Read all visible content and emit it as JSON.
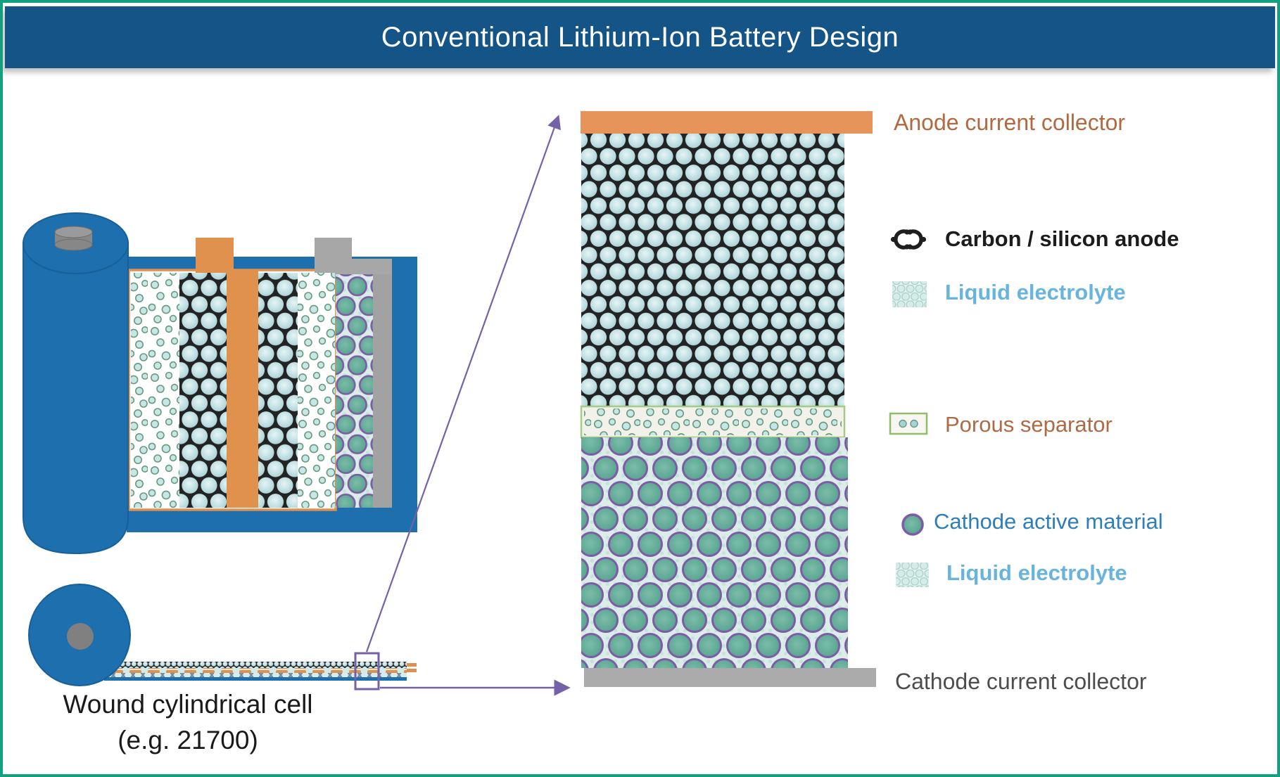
{
  "title": "Conventional Lithium-Ion Battery Design",
  "left_diagram": {
    "caption_line1": "Wound cylindrical cell",
    "caption_line2": "(e.g. 21700)",
    "description": "Blue cylindrical cell unrolled into layer stack: separator, carbon anode, anode current collector tab, carbon anode, separator, cathode, cathode current collector tab, case; below, wound jelly-roll with highlighted strip section magnified"
  },
  "legend": {
    "items": [
      {
        "label": "Anode current collector",
        "color": "#B2693F",
        "icon": "none"
      },
      {
        "label": "Carbon / silicon anode",
        "color": "#1C1C1C",
        "icon": "carbon-molecule-icon"
      },
      {
        "label": "Liquid electrolyte",
        "color": "#68B4DC",
        "icon": "electrolyte-swatch-icon"
      },
      {
        "label": "Porous separator",
        "color": "#AD6A44",
        "icon": "separator-swatch-icon"
      },
      {
        "label": "Cathode active material",
        "color": "#2E7EB8",
        "icon": "cathode-particle-icon"
      },
      {
        "label": "Liquid electrolyte",
        "color": "#68B4DC",
        "icon": "electrolyte-swatch-icon"
      },
      {
        "label": "Cathode current collector",
        "color": "#4D4D4D",
        "icon": "none"
      }
    ]
  },
  "colors": {
    "page_border_green": "#13A07E",
    "title_bar_blue": "#155487",
    "case_blue": "#1D6FAD",
    "collector_orange": "#E0914E",
    "collector_gray": "#ABABAB",
    "anode_particle_blue": "#C4E2E5",
    "cathode_teal": "#5CA893",
    "cathode_ring_purple": "#7E5BA6",
    "separator_border_green": "#A5CB86",
    "arrow_purple": "#7461A8"
  }
}
